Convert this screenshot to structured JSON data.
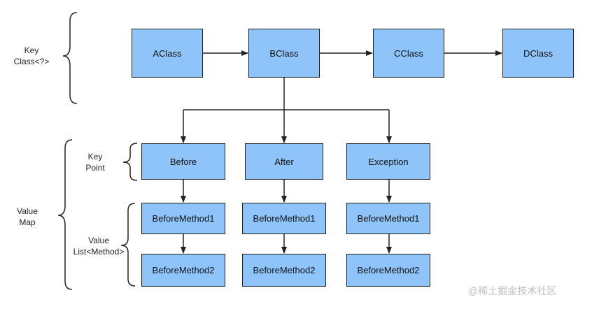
{
  "classes": [
    "AClass",
    "BClass",
    "CClass",
    "DClass"
  ],
  "points": [
    "Before",
    "After",
    "Exception"
  ],
  "methods": [
    [
      "BeforeMethod1",
      "BeforeMethod2"
    ],
    [
      "BeforeMethod1",
      "BeforeMethod2"
    ],
    [
      "BeforeMethod1",
      "BeforeMethod2"
    ]
  ],
  "labels": {
    "key_class": [
      "Key",
      "Class<?>"
    ],
    "key_point": [
      "Key",
      "Point"
    ],
    "value_map": [
      "Value",
      "Map"
    ],
    "value_list": [
      "Value",
      "List<Method>"
    ]
  },
  "watermark": "@稀土掘金技术社区",
  "colors": {
    "box_fill": "#8ec4f9",
    "box_stroke": "#1f1f1f",
    "line": "#222222"
  }
}
